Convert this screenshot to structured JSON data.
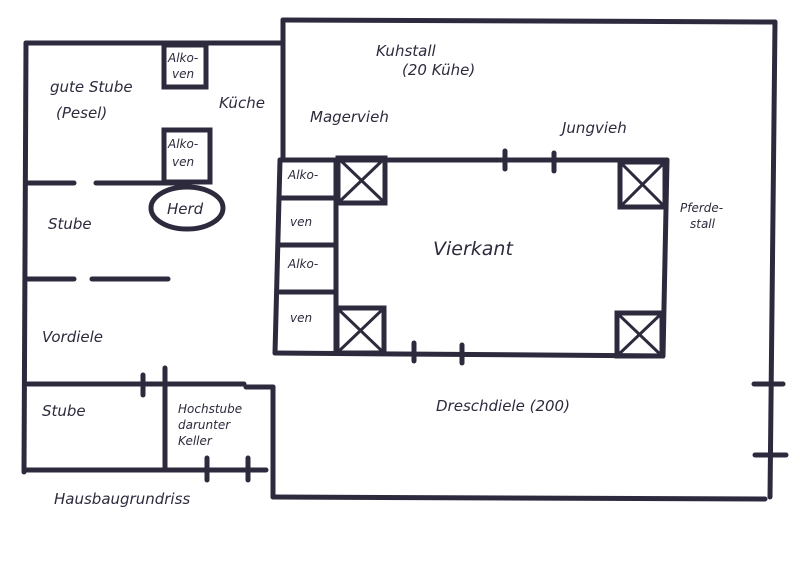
{
  "labels": {
    "gute_stube_1": "gute Stube",
    "gute_stube_2": "(Pesel)",
    "alkoven_top_1": "Alko-",
    "alkoven_top_2": "ven",
    "kueche": "Küche",
    "alkoven_mid_1": "Alko-",
    "alkoven_mid_2": "ven",
    "herd": "Herd",
    "stube_mid": "Stube",
    "vordiele": "Vordiele",
    "stube_bottom": "Stube",
    "hochstube_1": "Hochstube",
    "hochstube_2": "darunter",
    "hochstube_3": "Keller",
    "hausgrundriss": "Hausbaugrundriss",
    "kuhstall_1": "Kuhstall",
    "kuhstall_2": "(20 Kühe)",
    "magervieh": "Magervieh",
    "jungvieh": "Jungvieh",
    "alkoven_right_1a": "Alko-",
    "alkoven_right_1b": "ven",
    "alkoven_right_2a": "Alko-",
    "alkoven_right_2b": "ven",
    "vierkant": "Vierkant",
    "pferdestall_1": "Pferde-",
    "pferdestall_2": "stall",
    "dreschdiele": "Dreschdiele (200)"
  }
}
